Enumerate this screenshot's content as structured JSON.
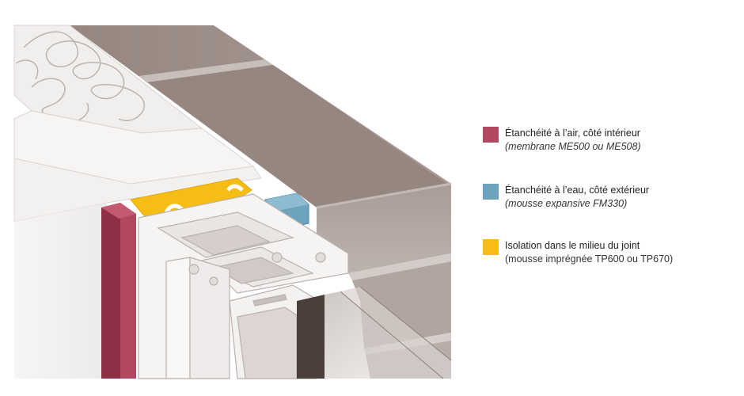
{
  "colors": {
    "air_seal": "#b2475f",
    "water_seal": "#6ea3be",
    "insulation": "#f6bd14",
    "frame_white": "#f4f2f1",
    "masonry": "#9d8e88",
    "background": "#ffffff"
  },
  "legend": {
    "items": [
      {
        "label": "Étanchéité à l’air, côté intérieur",
        "sublabel": "(membrane ME500 ou ME508)",
        "sublabel_italic": true,
        "color": "#b2475f"
      },
      {
        "label": "Étanchéité à l’eau, côté extérieur",
        "sublabel": "(mousse expansive FM330)",
        "sublabel_italic": true,
        "color": "#6ea3be"
      },
      {
        "label": "Isolation dans le milieu du joint",
        "sublabel": "(mousse imprégnée TP600 ou TP670)",
        "sublabel_italic": false,
        "color": "#f6bd14"
      }
    ]
  }
}
